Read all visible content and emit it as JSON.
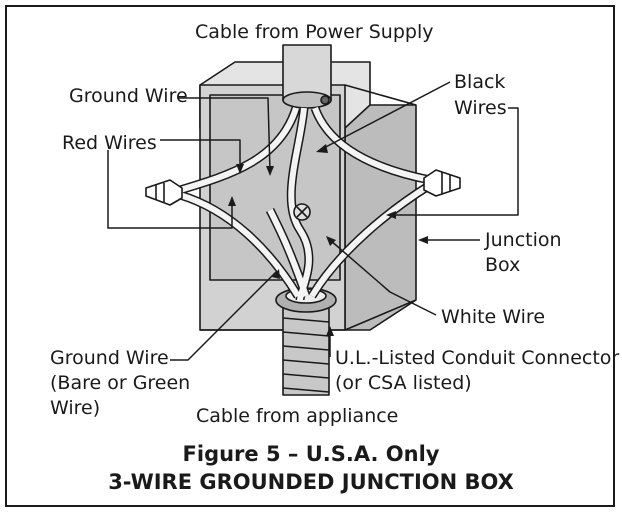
{
  "labels": {
    "cable_power": "Cable from Power Supply",
    "ground_wire_top": "Ground Wire",
    "black_wires_1": "Black",
    "black_wires_2": "Wires",
    "red_wires": "Red Wires",
    "junction_box_1": "Junction",
    "junction_box_2": "Box",
    "white_wire": "White Wire",
    "ground_wire_bottom_1": "Ground Wire",
    "ground_wire_bottom_2": "(Bare or Green",
    "ground_wire_bottom_3": "Wire)",
    "conduit_1": "U.L.-Listed Conduit Connector",
    "conduit_2": "(or CSA listed)",
    "cable_appliance": "Cable from appliance"
  },
  "caption": {
    "line1": "Figure 5 – U.S.A. Only",
    "line2": "3-WIRE GROUNDED JUNCTION BOX"
  },
  "colors": {
    "line": "#1a1a1a",
    "box_front": "#d2d2d2",
    "box_side": "#bcbcbc",
    "box_top": "#e4e4e4"
  }
}
